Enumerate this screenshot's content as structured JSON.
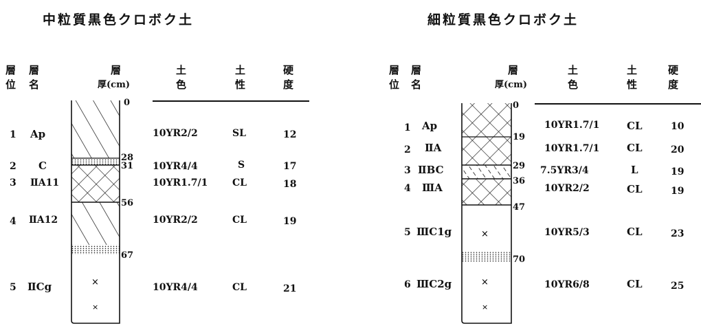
{
  "left": {
    "title": "中粒質黒色クロボク土",
    "headers": {
      "layer_no": [
        "層",
        "位"
      ],
      "layer_name": [
        "層",
        "名"
      ],
      "thickness": [
        "層",
        "厚(cm)"
      ],
      "color": [
        "土",
        "色"
      ],
      "texture": [
        "土",
        "性"
      ],
      "hardness": [
        "硬",
        "度"
      ]
    },
    "depths": [
      "0",
      "28",
      "31",
      "56",
      "67"
    ],
    "rows": [
      {
        "no": "1",
        "name": "Ap",
        "color": "10YR2/2",
        "texture": "SL",
        "hardness": "12"
      },
      {
        "no": "2",
        "name": "C",
        "color": "10YR4/4",
        "texture": "S",
        "hardness": "17"
      },
      {
        "no": "3",
        "name": "ⅡA11",
        "color": "10YR1.7/1",
        "texture": "CL",
        "hardness": "18"
      },
      {
        "no": "4",
        "name": "ⅡA12",
        "color": "10YR2/2",
        "texture": "CL",
        "hardness": "19"
      },
      {
        "no": "5",
        "name": "ⅡCg",
        "color": "10YR4/4",
        "texture": "CL",
        "hardness": "21"
      }
    ]
  },
  "right": {
    "title": "細粒質黒色クロボク土",
    "headers": {
      "layer_no": [
        "層",
        "位"
      ],
      "layer_name": [
        "層",
        "名"
      ],
      "thickness": [
        "層",
        "厚(cm)"
      ],
      "color": [
        "土",
        "色"
      ],
      "texture": [
        "土",
        "性"
      ],
      "hardness": [
        "硬",
        "度"
      ]
    },
    "depths": [
      "0",
      "19",
      "29",
      "36",
      "47",
      "70"
    ],
    "rows": [
      {
        "no": "1",
        "name": "Ap",
        "color": "10YR1.7/1",
        "texture": "CL",
        "hardness": "10"
      },
      {
        "no": "2",
        "name": "ⅡA",
        "color": "10YR1.7/1",
        "texture": "CL",
        "hardness": "20"
      },
      {
        "no": "3",
        "name": "ⅡBC",
        "color": "7.5YR3/4",
        "texture": "L",
        "hardness": "19"
      },
      {
        "no": "4",
        "name": "ⅢA",
        "color": "10YR2/2",
        "texture": "CL",
        "hardness": "19"
      },
      {
        "no": "5",
        "name": "ⅢC1g",
        "color": "10YR5/3",
        "texture": "CL",
        "hardness": "23"
      },
      {
        "no": "6",
        "name": "ⅢC2g",
        "color": "10YR6/8",
        "texture": "CL",
        "hardness": "25"
      }
    ]
  }
}
